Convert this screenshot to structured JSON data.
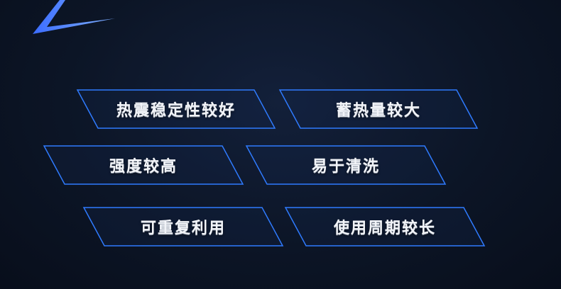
{
  "features": [
    {
      "label": "热震稳定性较好"
    },
    {
      "label": "蓄热量较大"
    },
    {
      "label": "强度较高"
    },
    {
      "label": "易于清洗"
    },
    {
      "label": "可重复利用"
    },
    {
      "label": "使用周期较长"
    }
  ],
  "colors": {
    "frame_stroke": "#2f7bff",
    "logo_gradient_start": "#3b6cff",
    "logo_gradient_end": "#7fb0ff"
  },
  "icons": {
    "logo": "chevron-arrow-logo-icon"
  }
}
